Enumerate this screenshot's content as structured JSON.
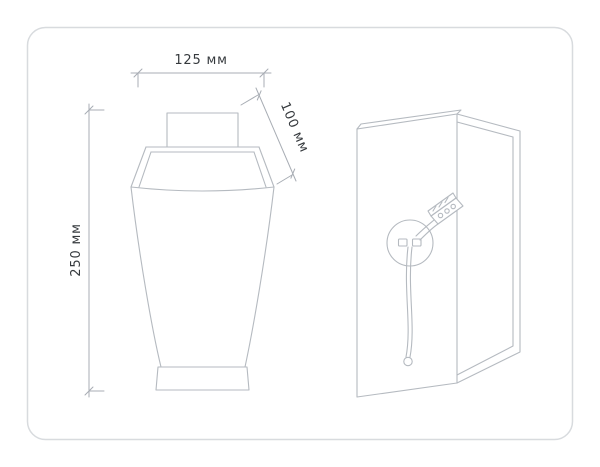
{
  "diagram": {
    "dimensions": {
      "width": "125 мм",
      "depth": "100 мм",
      "height": "250 мм"
    }
  }
}
